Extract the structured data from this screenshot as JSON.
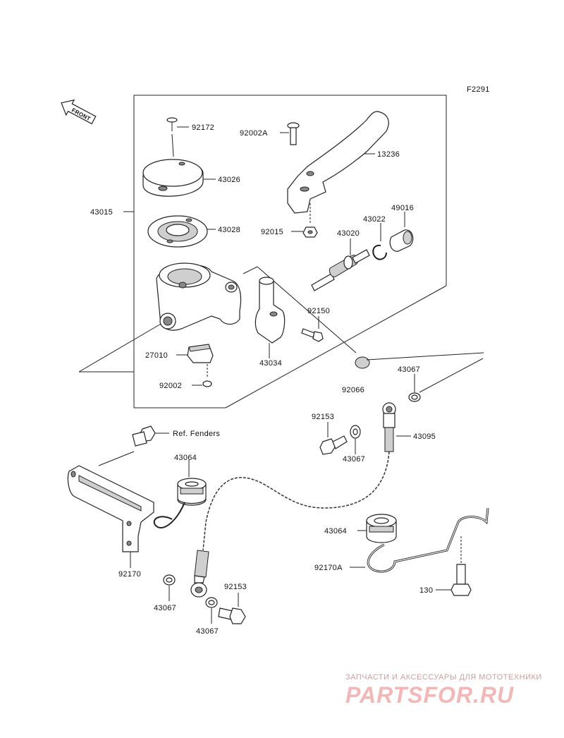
{
  "diagram_code": "F2291",
  "front_arrow": "FRONT",
  "labels": {
    "p92172": "92172",
    "p43026": "43026",
    "p43015": "43015",
    "p43028": "43028",
    "p92002A": "92002A",
    "p13236": "13236",
    "p92015": "92015",
    "p43020": "43020",
    "p43022": "43022",
    "p49016": "49016",
    "p92150": "92150",
    "p27010": "27010",
    "p43034": "43034",
    "p92002": "92002",
    "p43067a": "43067",
    "p92066": "92066",
    "p92153a": "92153",
    "p43095": "43095",
    "p43067b": "43067",
    "ref_fenders": "Ref. Fenders",
    "p43064a": "43064",
    "p43064b": "43064",
    "p92170A": "92170A",
    "p92170": "92170",
    "p130": "130",
    "p43067c": "43067",
    "p92153b": "92153",
    "p43067d": "43067"
  },
  "watermark": {
    "tagline": "ЗАПЧАСТИ И АКСЕССУАРЫ ДЛЯ МОТОТЕХНИКИ",
    "logo": "PARTSFOR.RU"
  }
}
